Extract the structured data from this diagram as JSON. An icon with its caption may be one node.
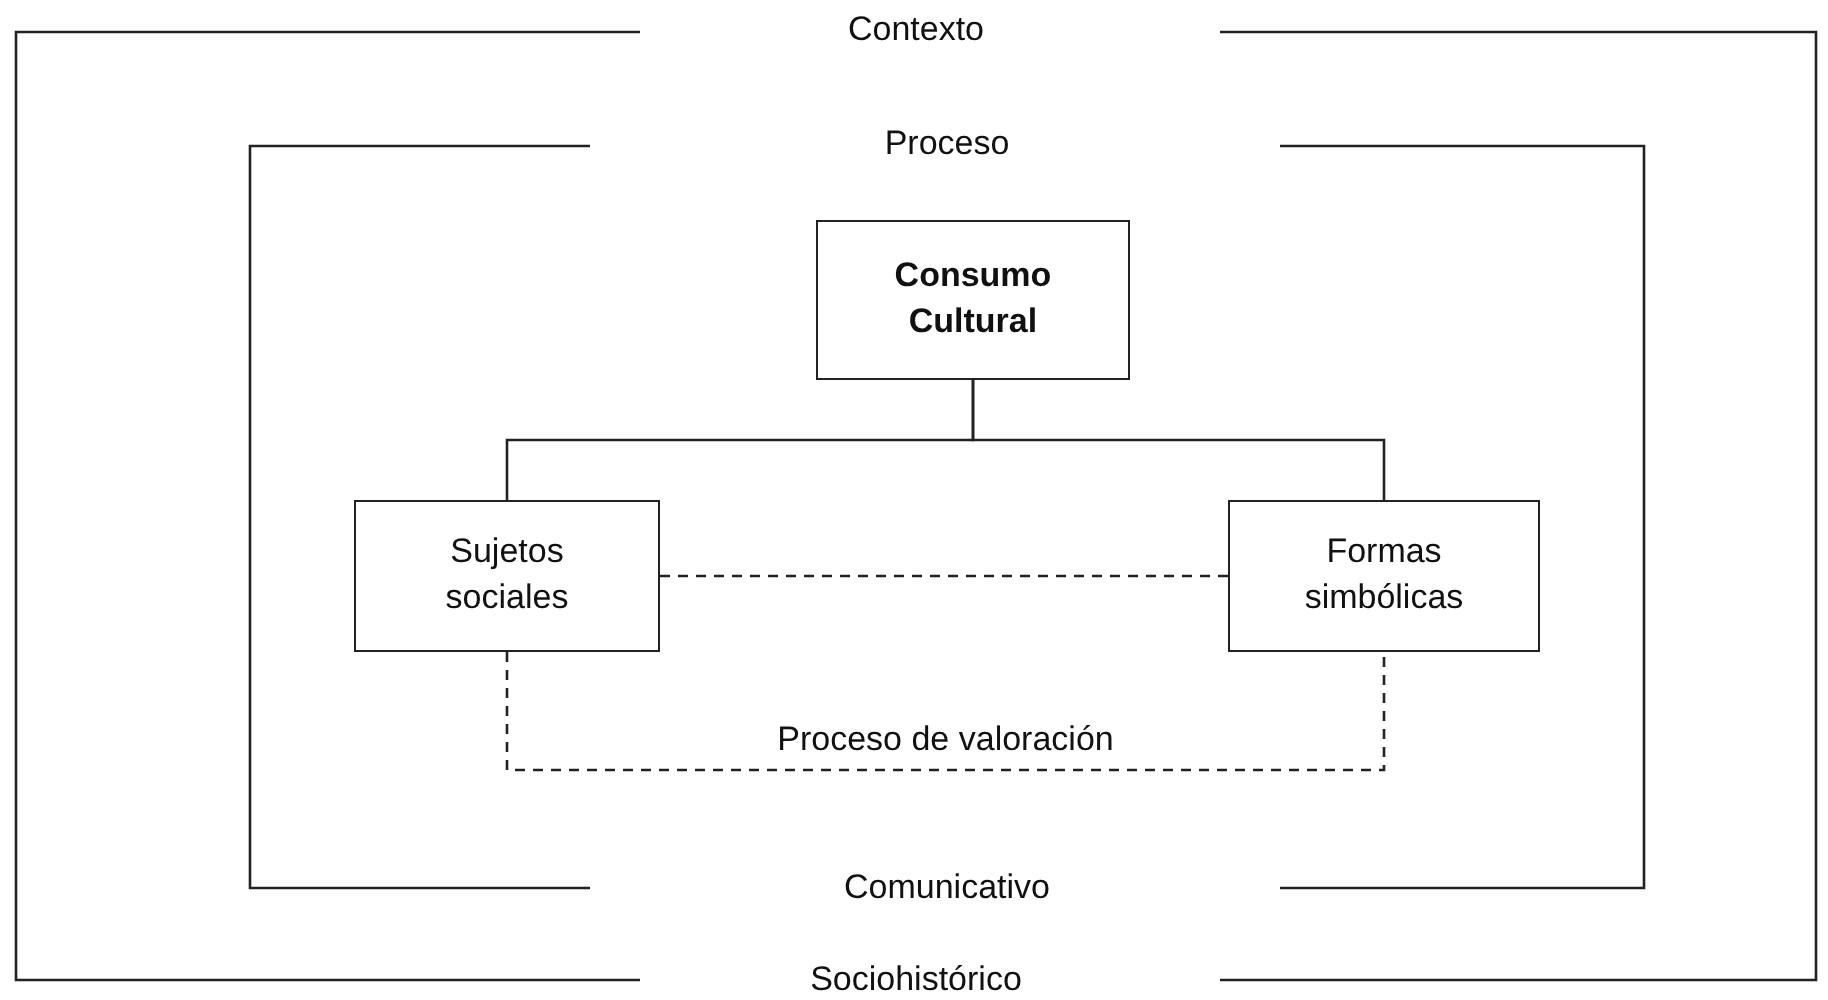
{
  "diagram": {
    "nodes": [
      {
        "text": [
          "Contexto",
          "Sociohistórico"
        ]
      },
      {
        "text": [
          "Proceso",
          "Comunicativo"
        ],
        "in": 0
      },
      {
        "text": [
          "Consumo Cultural"
        ],
        "in": 1
      },
      {
        "text": [
          "Sujetos sociales"
        ],
        "in": 1
      },
      {
        "text": [
          "Formas simbólicas"
        ],
        "in": 1
      }
    ],
    "edges": [
      {
        "from": 2,
        "to": 3,
        "arrow": "none"
      },
      {
        "from": 2,
        "to": 4,
        "arrow": "none"
      },
      {
        "from": 3,
        "to": 4,
        "arrow": "none",
        "style": "dashed"
      },
      {
        "from": 3,
        "to": 4,
        "arrow": "none",
        "style": "dashed",
        "label": "Proceso de valoración"
      }
    ]
  }
}
